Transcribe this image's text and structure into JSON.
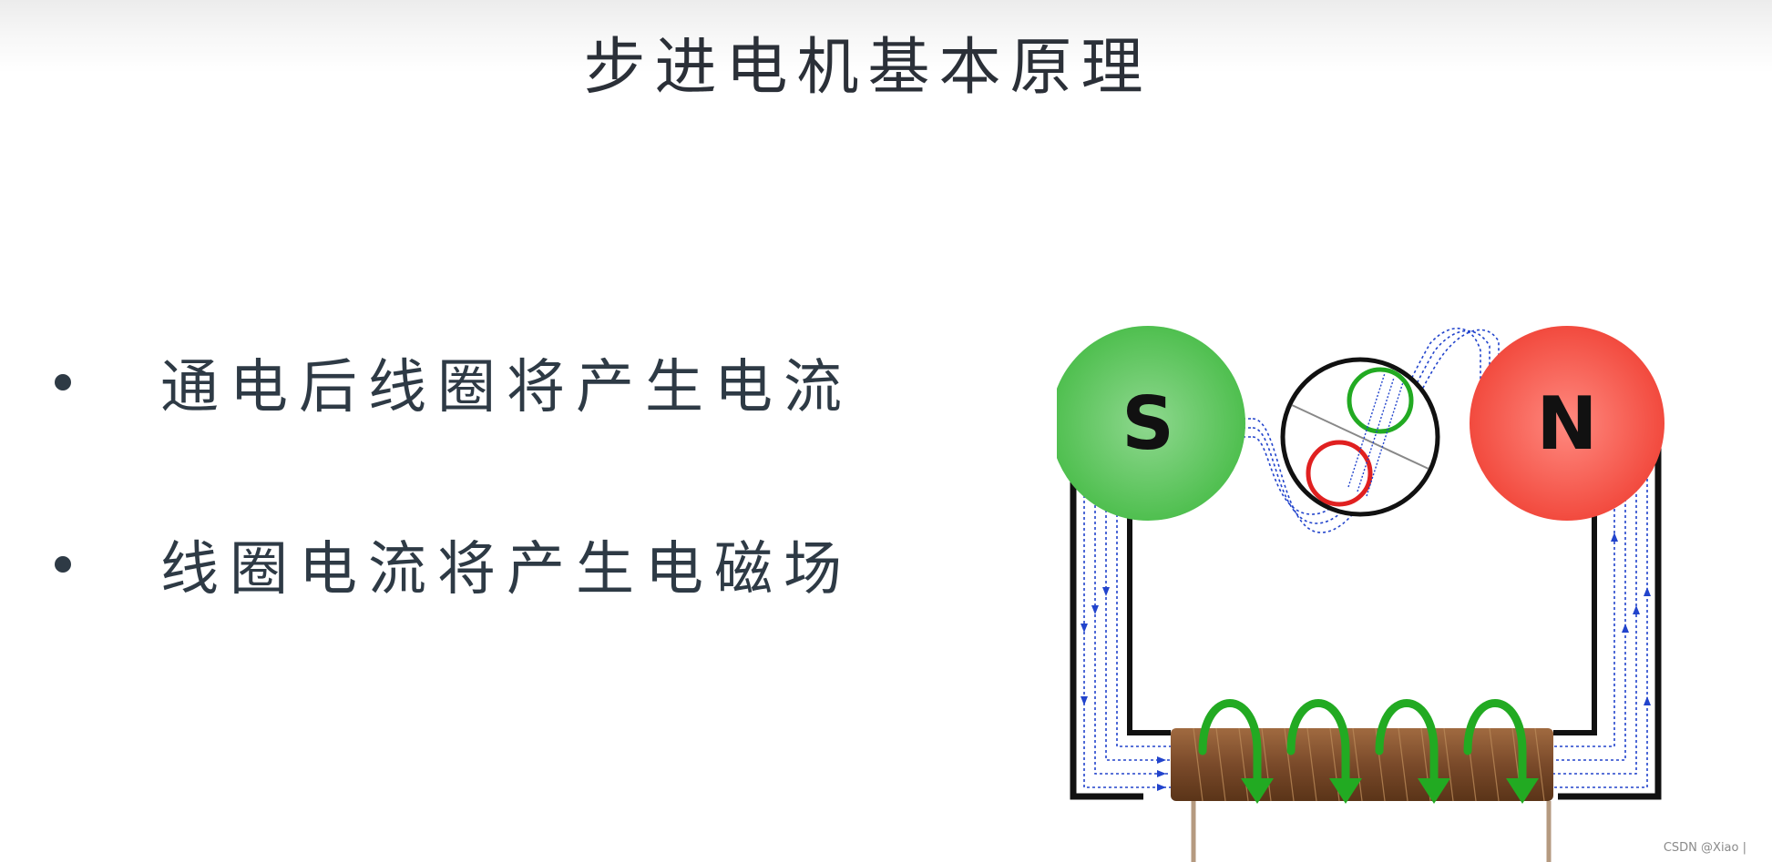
{
  "title": "步进电机基本原理",
  "bullets": [
    {
      "text": "通电后线圈将产生电流"
    },
    {
      "text": "线圈电流将产生电磁场"
    }
  ],
  "diagram": {
    "south_label": "S",
    "north_label": "N",
    "colors": {
      "south_pole": "#4fbf4f",
      "north_pole": "#f24a3e",
      "flux_lines": "#2244cc",
      "current_arrows": "#22aa22",
      "coil": "#7a4a2a",
      "core": "#111111"
    }
  },
  "watermark": "CSDN @Xiao  |"
}
